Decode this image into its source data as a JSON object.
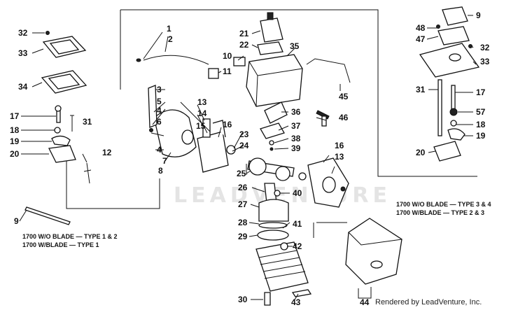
{
  "watermark": "LEADVENTURE",
  "credit": "Rendered by LeadVenture, Inc.",
  "notes": {
    "left_line1": "1700 W/O BLADE — TYPE 1 & 2",
    "left_line2": "1700 W/BLADE — TYPE 1",
    "right_line1": "1700 W/O BLADE — TYPE 3 & 4",
    "right_line2": "1700 W/BLADE — TYPE 2 & 3"
  },
  "callouts": {
    "c1": "1",
    "c2": "2",
    "c3": "3",
    "c4a": "4",
    "c4b": "4",
    "c5": "5",
    "c6": "6",
    "c7": "7",
    "c8": "8",
    "c9a": "9",
    "c9b": "9",
    "c10": "10",
    "c11": "11",
    "c12": "12",
    "c13a": "13",
    "c13b": "13",
    "c14": "14",
    "c15": "15",
    "c16a": "16",
    "c16b": "16",
    "c17a": "17",
    "c17b": "17",
    "c18a": "18",
    "c18b": "18",
    "c19a": "19",
    "c19b": "19",
    "c20a": "20",
    "c20b": "20",
    "c21": "21",
    "c22": "22",
    "c23": "23",
    "c24": "24",
    "c25": "25",
    "c26": "26",
    "c27": "27",
    "c28": "28",
    "c29": "29",
    "c30": "30",
    "c31a": "31",
    "c31b": "31",
    "c32a": "32",
    "c32b": "32",
    "c33a": "33",
    "c33b": "33",
    "c34": "34",
    "c35": "35",
    "c36": "36",
    "c37": "37",
    "c38": "38",
    "c39": "39",
    "c40": "40",
    "c41": "41",
    "c42": "42",
    "c43": "43",
    "c44": "44",
    "c45": "45",
    "c46": "46",
    "c47": "47",
    "c48": "48",
    "c57": "57"
  }
}
